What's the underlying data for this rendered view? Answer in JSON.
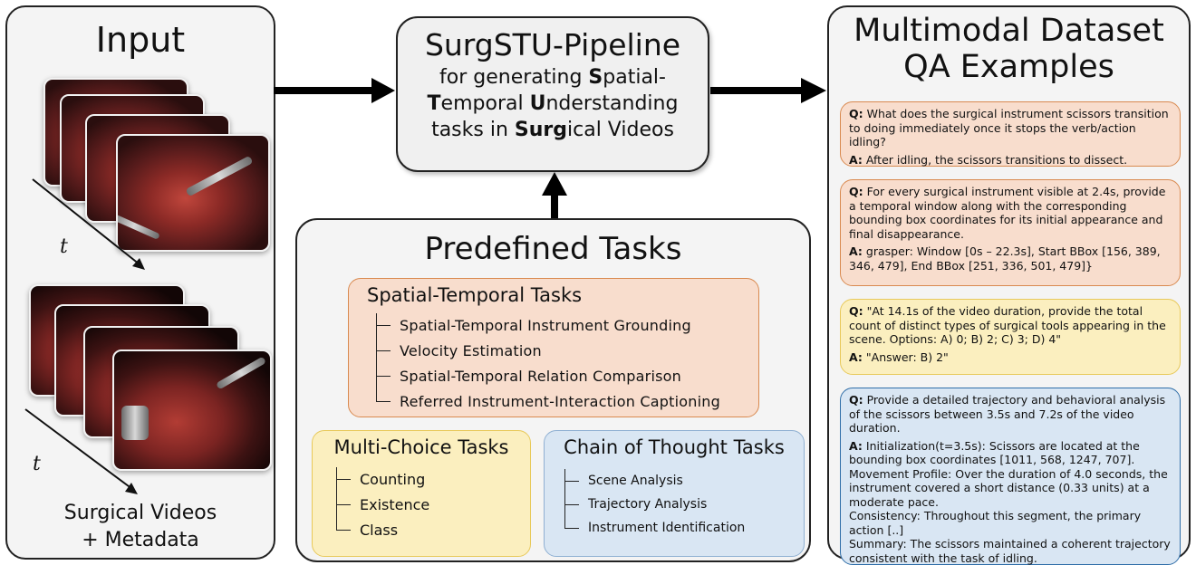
{
  "input": {
    "title": "Input",
    "time_label": "t",
    "caption_line1": "Surgical Videos",
    "caption_line2": "+ Metadata"
  },
  "pipeline": {
    "title": "SurgSTU-Pipeline",
    "desc_line1": "for generating ",
    "desc_s": "S",
    "desc_line1_end": "patial-",
    "desc_t": "T",
    "desc_line2_mid": "emporal ",
    "desc_u": "U",
    "desc_line2_end": "nderstanding",
    "desc_line3_start": "tasks in ",
    "desc_surg": "Surg",
    "desc_line3_end": "ical Videos"
  },
  "tasks": {
    "title": "Predefined Tasks",
    "spatial": {
      "title": "Spatial-Temporal Tasks",
      "items": [
        "Spatial-Temporal Instrument Grounding",
        "Velocity Estimation",
        "Spatial-Temporal Relation Comparison",
        "Referred Instrument-Interaction Captioning"
      ]
    },
    "multichoice": {
      "title": "Multi-Choice Tasks",
      "items": [
        "Counting",
        "Existence",
        "Class"
      ]
    },
    "cot": {
      "title": "Chain of Thought Tasks",
      "items": [
        "Scene Analysis",
        "Trajectory Analysis",
        "Instrument Identification"
      ]
    }
  },
  "dataset": {
    "title_line1": "Multimodal Dataset",
    "title_line2": "QA Examples",
    "q_prefix": "Q:",
    "a_prefix": "A:",
    "qa": [
      {
        "q": "What does the surgical instrument scissors transition to doing immediately once it stops the verb/action idling?",
        "a": "After idling, the scissors transitions to dissect."
      },
      {
        "q": "For every surgical instrument visible at 2.4s, provide a temporal window along with the corresponding bounding box coordinates for its initial appearance and final disappearance.",
        "a": "grasper: Window [0s – 22.3s], Start BBox [156, 389, 346, 479], End BBox [251, 336, 501, 479]}"
      },
      {
        "q": "\"At 14.1s of the video duration, provide the total count of distinct types of surgical tools appearing in the scene. Options: A) 0; B) 2; C) 3; D) 4\"",
        "a": "\"Answer: B) 2\""
      },
      {
        "q": "Provide a detailed trajectory and behavioral analysis of the scissors between 3.5s and 7.2s of the video duration.",
        "a": "Initialization(t=3.5s): Scissors are located at the bounding box coordinates [1011, 568, 1247, 707].",
        "a_more": [
          "Movement Profile: Over the duration of 4.0 seconds, the instrument covered a short distance (0.33 units) at a moderate pace.",
          "Consistency: Throughout this segment, the primary action [..]",
          "Summary: The scissors maintained a coherent trajectory consistent with the task of idling."
        ]
      }
    ]
  }
}
